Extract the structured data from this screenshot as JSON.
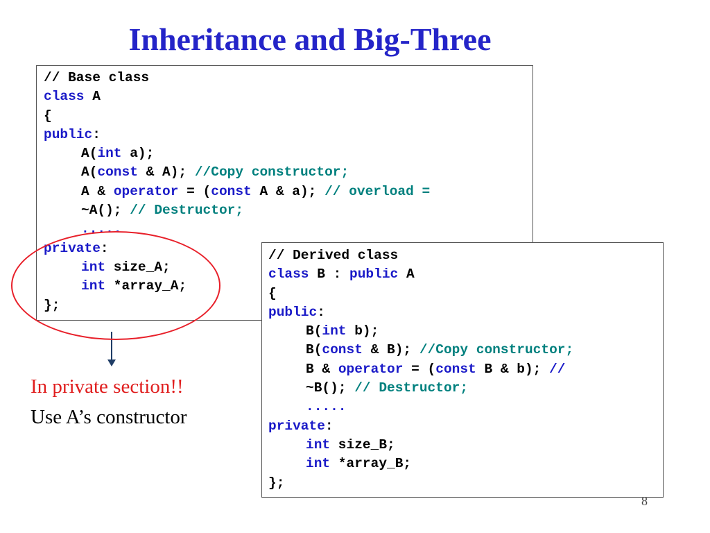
{
  "title": "Inheritance and Big-Three",
  "base_class": {
    "comment": "// Base class",
    "kw_class": "class",
    "name": " A",
    "open_brace": "{",
    "kw_public": "public",
    "colon": ":",
    "ctor": {
      "pre": "A(",
      "kw": "int",
      "post": " a);"
    },
    "copy_ctor": {
      "pre": "A(",
      "kw": "const",
      "post": " & A); ",
      "comment": "//Copy constructor;"
    },
    "assign": {
      "pre": "A & ",
      "kw1": "operator",
      "mid": " = (",
      "kw2": "const",
      "post": " A & a); ",
      "comment": "// overload ="
    },
    "dtor": {
      "code": "~A(); ",
      "comment": "// Destructor;"
    },
    "ellipsis": ".....",
    "kw_private": "private",
    "member1": {
      "kw": "int",
      "post": " size_A;"
    },
    "member2": {
      "kw": "int",
      "post": " *array_A;"
    },
    "close": "};"
  },
  "derived_class": {
    "comment": "// Derived class",
    "kw_class": "class",
    "name": " B : ",
    "kw_public_inherit": "public",
    "base": " A",
    "open_brace": "{",
    "kw_public": "public",
    "colon": ":",
    "ctor": {
      "pre": "B(",
      "kw": "int",
      "post": " b);"
    },
    "copy_ctor": {
      "pre": "B(",
      "kw": "const",
      "post": " & B); ",
      "comment": "//Copy constructor;"
    },
    "assign": {
      "pre": "B & ",
      "kw1": "operator",
      "mid": " = (",
      "kw2": "const",
      "post": " B & b); ",
      "comment": "//"
    },
    "dtor": {
      "code": "~B(); ",
      "comment": "// Destructor;"
    },
    "ellipsis": ".....",
    "kw_private": "private",
    "member1": {
      "kw": "int",
      "post": " size_B;"
    },
    "member2": {
      "kw": "int",
      "post": " *array_B;"
    },
    "close": "};"
  },
  "notes": {
    "red": "In private section!!",
    "black": "Use A’s constructor"
  },
  "page_number": "8",
  "colors": {
    "title": "#2424c8",
    "keyword": "#1a1ac8",
    "comment": "#00807e",
    "highlight": "#e8202a",
    "arrow": "#1f3d66"
  }
}
